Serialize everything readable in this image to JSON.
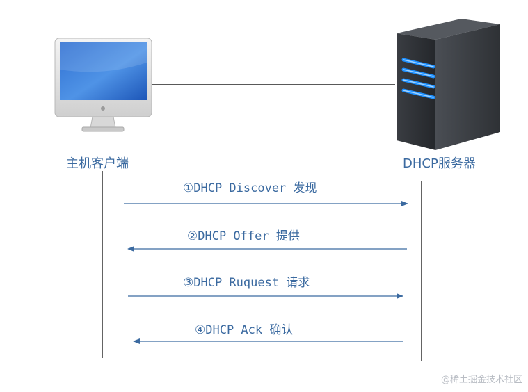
{
  "client": {
    "label": "主机客户端"
  },
  "server": {
    "label": "DHCP服务器"
  },
  "messages": [
    {
      "label": "①DHCP Discover 发现",
      "direction": "client-to-server"
    },
    {
      "label": "②DHCP Offer 提供",
      "direction": "server-to-client"
    },
    {
      "label": "③DHCP Ruquest 请求",
      "direction": "client-to-server"
    },
    {
      "label": "④DHCP Ack 确认",
      "direction": "server-to-client"
    }
  ],
  "colors": {
    "text": "#3b6aa0",
    "arrow": "#3b6aa0",
    "line": "#222222"
  },
  "icons": {
    "client": "desktop-computer-icon",
    "server": "server-tower-icon"
  },
  "watermark": "@稀土掘金技术社区"
}
